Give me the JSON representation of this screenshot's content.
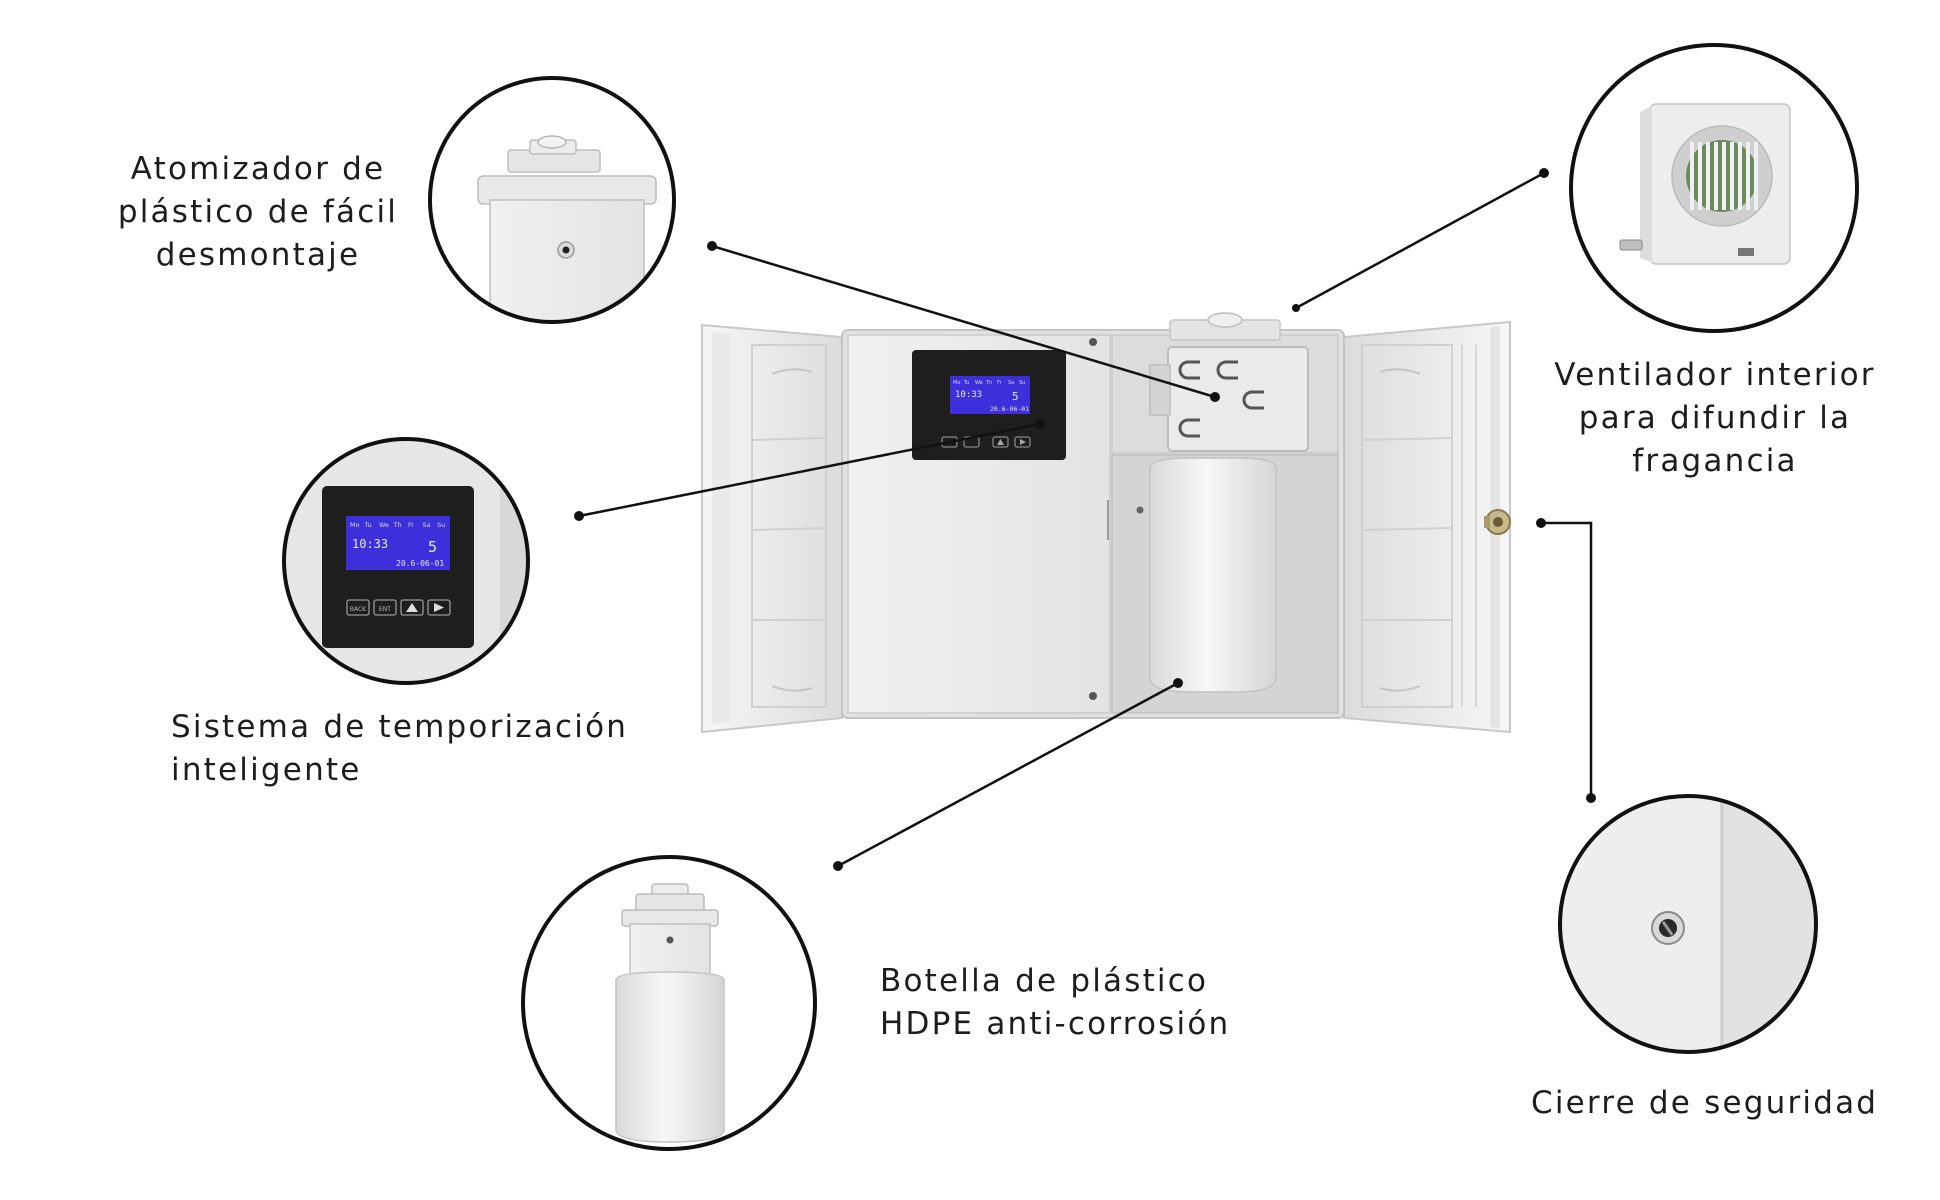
{
  "callouts": {
    "atomizer": {
      "lines": [
        "Atomizador de",
        "plástico de fácil",
        "desmontaje"
      ]
    },
    "fan": {
      "lines": [
        "Ventilador interior",
        "para difundir la",
        "fragancia"
      ]
    },
    "timer": {
      "lines": [
        "Sistema de temporización",
        "inteligente"
      ]
    },
    "bottle": {
      "lines": [
        "Botella de plástico",
        "HDPE anti-corrosión"
      ]
    },
    "lock": {
      "lines": [
        "Cierre de seguridad"
      ]
    }
  },
  "lcd": {
    "days": [
      "Mo",
      "Tu",
      "We",
      "Th",
      "Fr",
      "Sa",
      "Su"
    ],
    "time": "10:33",
    "value": "5",
    "date": "20.6-06-01",
    "buttons": [
      "BACK",
      "ENT"
    ]
  },
  "colors": {
    "lcd_screen": "#3d2fd9",
    "panel_frame": "#1e1e1e",
    "body_white": "#ececec",
    "line": "#111111"
  }
}
